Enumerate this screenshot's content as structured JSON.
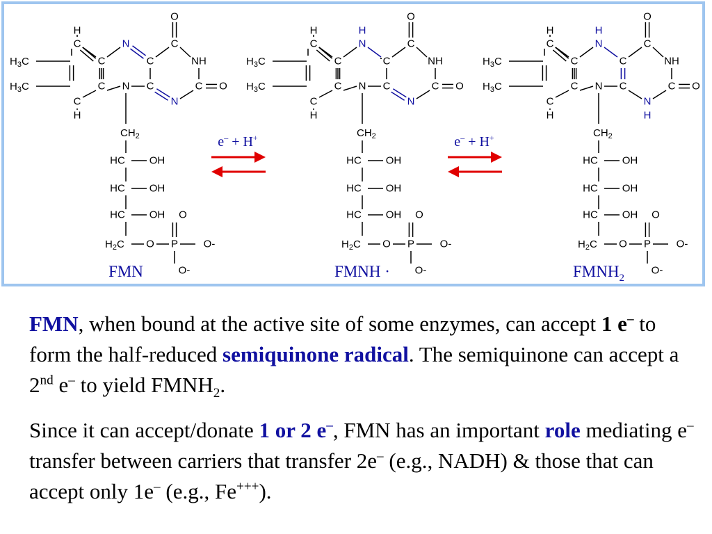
{
  "figure": {
    "accent_color": "#9ec5ef",
    "highlight_color": "#1010a0",
    "arrow_color": "#e00000",
    "molecules": [
      {
        "label_base": "FMN",
        "label_suffix": ""
      },
      {
        "label_base": "FMNH",
        "label_suffix": " ·"
      },
      {
        "label_base": "FMNH",
        "label_suffix": "2"
      }
    ],
    "arrow_label": {
      "e": "e",
      "minus": "–",
      "plus": "+",
      "h": "H",
      "hplus": "+"
    },
    "atoms": {
      "C": "C",
      "N": "N",
      "O": "O",
      "H": "H",
      "NH": "NH",
      "P": "P",
      "CH2": "CH",
      "HC": "HC",
      "OH": "OH",
      "H2C": "H",
      "C_tail": "C",
      "H3C": "H",
      "sub2": "2",
      "sub3": "3",
      "Ominus": "O-"
    }
  },
  "text": {
    "p1_fmn": "FMN",
    "p1_a": ", when bound at the active site of some enzymes, can accept ",
    "p1_oneE": "1 e",
    "p1_minus": "–",
    "p1_b": " to form the half-reduced ",
    "p1_semi": "semiquinone radical",
    "p1_c": ". The semiquinone can accept a 2",
    "p1_nd": "nd",
    "p1_d": " e",
    "p1_minus2": "–",
    "p1_e": " to yield FMNH",
    "p1_sub2": "2",
    "p1_f": ".",
    "p2_a": "Since it can accept/donate ",
    "p2_oneortwo": "1 or 2 e",
    "p2_minus": "–",
    "p2_b": ", FMN has an important ",
    "p2_role": "role",
    "p2_c": " mediating e",
    "p2_minus2": "–",
    "p2_d": " transfer between carriers that transfer 2e",
    "p2_minus3": "–",
    "p2_e": " (e.g., NADH) & those that can accept only 1e",
    "p2_minus4": "–",
    "p2_f": " (e.g., Fe",
    "p2_sup": "+++",
    "p2_g": ")."
  }
}
